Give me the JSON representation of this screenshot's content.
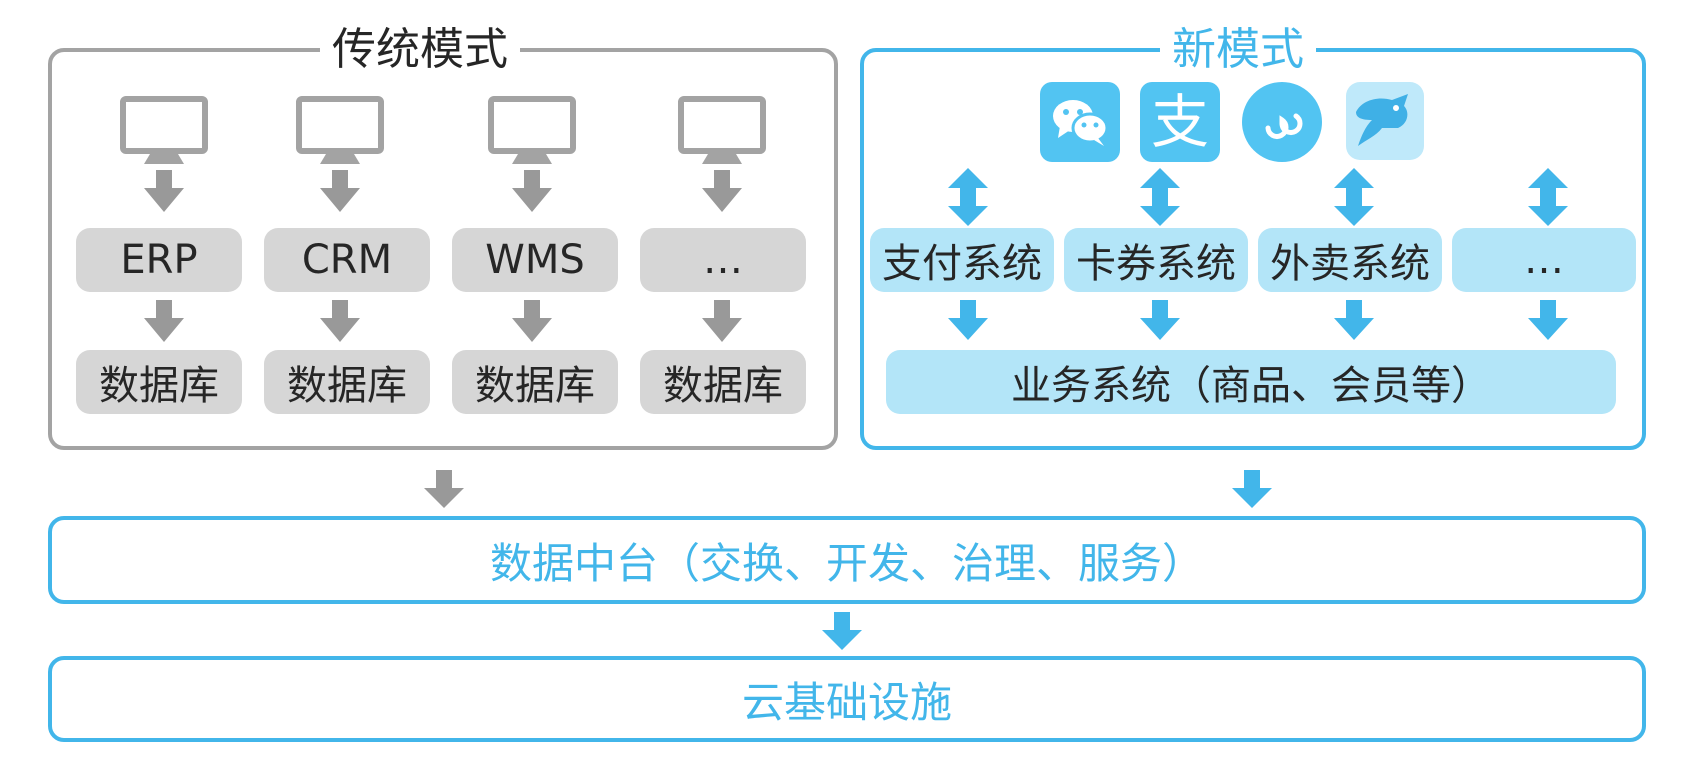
{
  "traditional": {
    "title": "传统模式",
    "systems": [
      "ERP",
      "CRM",
      "WMS",
      "…"
    ],
    "databases": [
      "数据库",
      "数据库",
      "数据库",
      "数据库"
    ]
  },
  "new_mode": {
    "title": "新模式",
    "apps": [
      "wechat-icon",
      "alipay-icon",
      "mini-program-icon",
      "delivery-app-icon"
    ],
    "alipay_glyph": "支",
    "systems": [
      "支付系统",
      "卡券系统",
      "外卖系统",
      "…"
    ],
    "business": "业务系统（商品、会员等）"
  },
  "data_platform": "数据中台（交换、开发、治理、服务）",
  "cloud": "云基础设施",
  "colors": {
    "grey_border": "#a3a3a3",
    "grey_fill": "#d6d6d6",
    "grey_arrow": "#999999",
    "blue": "#42b6ea",
    "light_blue": "#b3e5f8"
  }
}
